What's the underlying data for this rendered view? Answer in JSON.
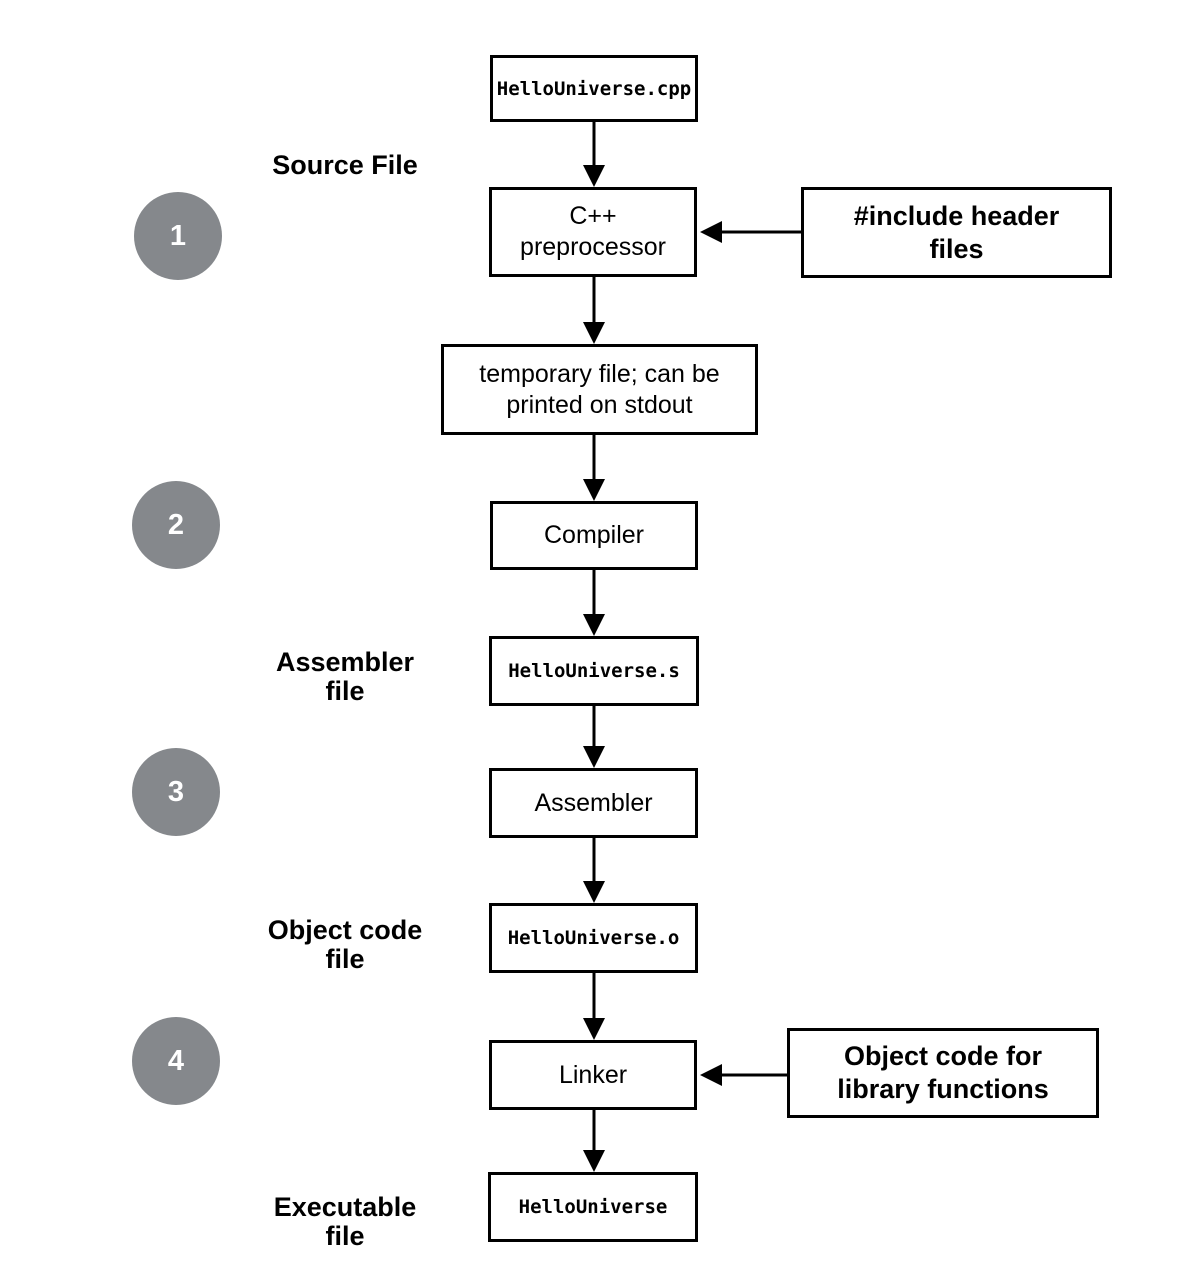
{
  "palette": {
    "background": "#FFFFFF",
    "box_fill": "#FFFFFF",
    "box_border": "#000000",
    "line_color": "#000000",
    "circle_fill": "#85888C",
    "circle_number": "#FFFFFF",
    "text": "#000000"
  },
  "side_labels": {
    "source_file": "Source File",
    "assembler_file": "Assembler\nfile",
    "object_code_file": "Object code\nfile",
    "executable_file": "Executable\nfile"
  },
  "step_circles": [
    {
      "number": "1"
    },
    {
      "number": "2"
    },
    {
      "number": "3"
    },
    {
      "number": "4"
    }
  ],
  "flow": {
    "source_filename": "HelloUniverse.cpp",
    "preprocessor": "C++\npreprocessor",
    "temp_file": "temporary file; can be\nprinted on stdout",
    "compiler": "Compiler",
    "assembler_filename": "HelloUniverse.s",
    "assembler": "Assembler",
    "object_filename": "HelloUniverse.o",
    "linker": "Linker",
    "executable_filename": "HelloUniverse"
  },
  "callouts": {
    "include_headers": "#include header\nfiles",
    "library_object_code": "Object code for\nlibrary functions"
  }
}
